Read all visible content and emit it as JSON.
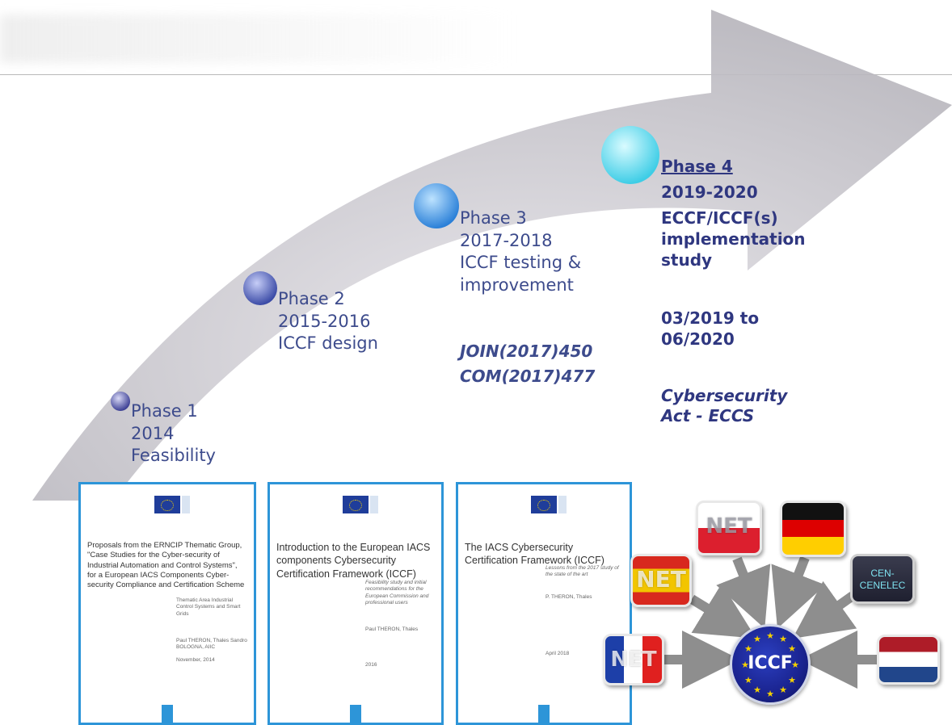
{
  "phases": [
    {
      "label": "Phase 1",
      "years": "2014",
      "desc": "Feasibility"
    },
    {
      "label": "Phase 2",
      "years": "2015-2016",
      "desc": "ICCF design"
    },
    {
      "label": "Phase 3",
      "years": "2017-2018",
      "desc_line1": "ICCF testing &",
      "desc_line2": "improvement",
      "ref1": "JOIN(2017)450",
      "ref2": "COM(2017)477"
    },
    {
      "label": "Phase 4",
      "years": "2019-2020",
      "desc_line1": "ECCF/ICCF(s)",
      "desc_line2": "implementation",
      "desc_line3": "study",
      "period_line1": "03/2019 to",
      "period_line2": "06/2020",
      "act_line1": "Cybersecurity",
      "act_line2": "Act - ECCS"
    }
  ],
  "documents": [
    {
      "title": "Proposals from the ERNCIP Thematic Group, \"Case Studies for the Cyber-security of Industrial Automation and Control Systems\", for a European IACS Components Cyber-security Compliance and Certification Scheme",
      "area": "Thematic Area Industrial Control Systems and Smart Grids",
      "authors": "Paul THERON, Thales Sandro BOLOGNA, AIIC",
      "date": "November, 2014"
    },
    {
      "title": "Introduction to the European IACS components Cybersecurity Certification Framework (ICCF)",
      "sub": "Feasibility study and initial recommendations for the European Commission and professional users",
      "authors": "Paul THERON, Thales",
      "date": "2016"
    },
    {
      "title": "The IACS Cybersecurity Certification Framework (ICCF)",
      "sub": "Lessons from the 2017 study of the state of the art",
      "authors": "P. THERON, Thales",
      "date": "April 2018"
    }
  ],
  "hub": {
    "label": "ICCF"
  },
  "flags": [
    {
      "id": "fr",
      "text": "NET"
    },
    {
      "id": "es",
      "text": "NET"
    },
    {
      "id": "pl",
      "text": "NET"
    },
    {
      "id": "de",
      "text": ""
    },
    {
      "id": "cen",
      "line1": "CEN-",
      "line2": "CENELEC"
    },
    {
      "id": "nl",
      "text": ""
    }
  ],
  "colors": {
    "accent": "#3d4b8c",
    "doc_border": "#2d95d8",
    "arrow": "#c7c5cb"
  }
}
